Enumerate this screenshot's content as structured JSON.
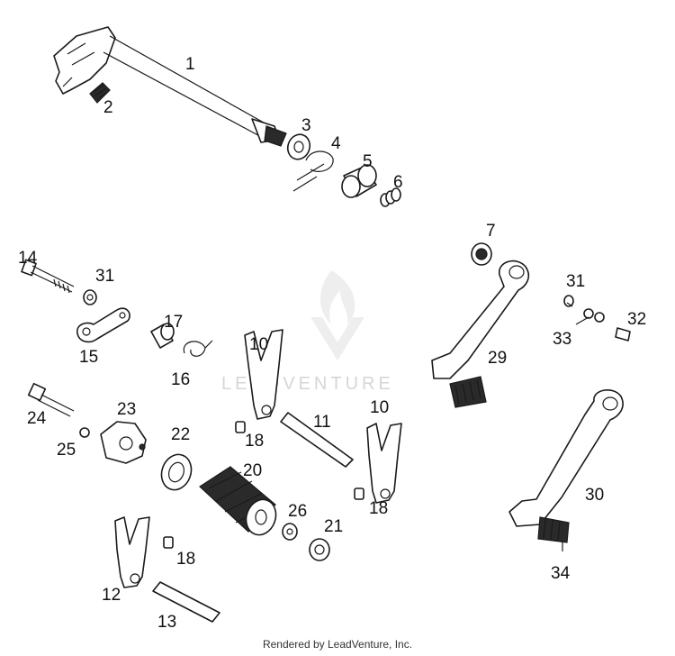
{
  "watermark": "LEADVENTURE",
  "footer": "Rendered by LeadVenture, Inc.",
  "callouts": [
    "1",
    "2",
    "3",
    "4",
    "5",
    "6",
    "7",
    "10",
    "10",
    "11",
    "12",
    "13",
    "14",
    "15",
    "16",
    "17",
    "18",
    "18",
    "18",
    "20",
    "21",
    "22",
    "23",
    "24",
    "25",
    "26",
    "29",
    "30",
    "31",
    "31",
    "32",
    "33",
    "34"
  ]
}
